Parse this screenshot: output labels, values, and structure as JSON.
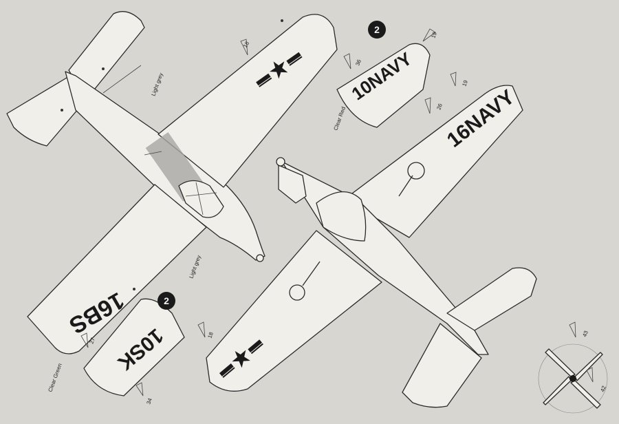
{
  "sheet": {
    "paper_color": "#d7d6d1",
    "ink_color": "#2a2a2a"
  },
  "steps": [
    {
      "number": "2"
    },
    {
      "number": "2"
    }
  ],
  "codes": {
    "upper_wing_left": "16BS",
    "panel_lower": "10SK",
    "panel_upper": "10NAVY",
    "under_wing_right": "16NAVY"
  },
  "callouts": {
    "c18a": "18",
    "c19a": "19",
    "c36": "36",
    "c26": "26",
    "c19b": "19",
    "c27": "27",
    "c34": "34",
    "c18b": "18",
    "c43": "43",
    "c42": "42"
  },
  "paint_notes": {
    "light_grey_top": "Light grey",
    "light_grey_bottom": "Light grey",
    "clear_red": "Clear Red",
    "clear_green": "Clear Green"
  }
}
